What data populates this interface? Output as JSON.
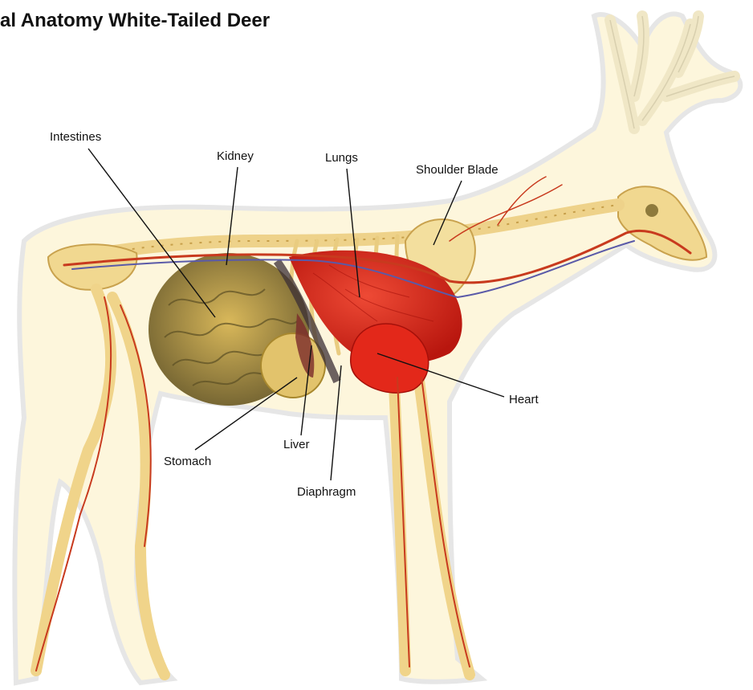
{
  "title": "al Anatomy White-Tailed Deer",
  "labels": {
    "intestines": "Intestines",
    "kidney": "Kidney",
    "lungs": "Lungs",
    "shoulder_blade": "Shoulder Blade",
    "heart": "Heart",
    "stomach": "Stomach",
    "liver": "Liver",
    "diaphragm": "Diaphragm"
  },
  "colors": {
    "background": "#ffffff",
    "body_outline": "#e6e6e6",
    "body_fill": "#fdf6dc",
    "bone": "#f1d890",
    "bone_dark": "#d9b35a",
    "vessel": "#c83a1e",
    "vein": "#5a5aa8",
    "lungs": "#d8281c",
    "heart": "#e3281a",
    "intestines": "#8a7a3e",
    "intestines_light": "#d8b44a",
    "leader": "#111111"
  }
}
